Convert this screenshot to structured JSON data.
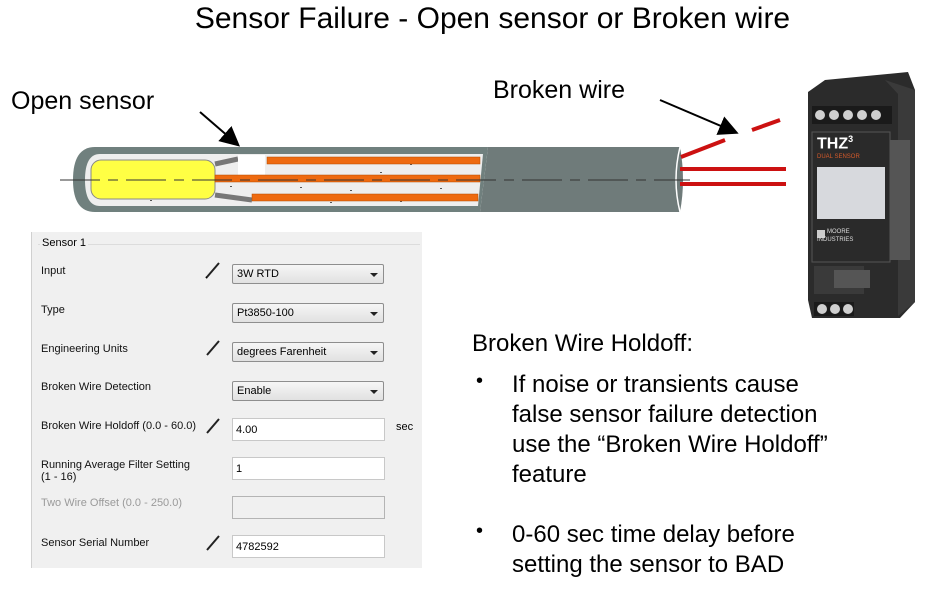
{
  "slide": {
    "title": "Sensor Failure - Open sensor or Broken wire",
    "callouts": {
      "open_sensor": "Open sensor",
      "broken_wire": "Broken wire"
    },
    "device": {
      "model": "THZ",
      "model_superscript": "3",
      "subtitle": "DUAL SENSOR",
      "brand_line1": "MOORE",
      "brand_line2": "INDUSTRIES"
    },
    "holdoff_heading": "Broken Wire Holdoff:",
    "bullets": [
      {
        "lines": [
          "If noise or transients cause",
          "false sensor failure detection",
          "use the “Broken Wire Holdoff”",
          "feature"
        ]
      },
      {
        "lines": [
          "0-60 sec time delay before",
          "setting the sensor to BAD"
        ]
      }
    ],
    "colors": {
      "wire_red": "#cc1111",
      "conductor_orange": "#ee6a10",
      "sensor_yellow": "#ffff44",
      "cable_gray": "#6f7b7a"
    }
  },
  "sensor_panel": {
    "group_title": "Sensor 1",
    "fields": [
      {
        "label": "Input",
        "type": "select",
        "value": "3W RTD",
        "editable": true
      },
      {
        "label": "Type",
        "type": "select",
        "value": "Pt3850-100",
        "editable": false
      },
      {
        "label": "Engineering Units",
        "type": "select",
        "value": "degrees Farenheit",
        "editable": true
      },
      {
        "label": "Broken Wire Detection",
        "type": "select",
        "value": "Enable",
        "editable": false
      },
      {
        "label": "Broken Wire Holdoff (0.0 - 60.0)",
        "type": "text",
        "value": "4.00",
        "unit": "sec",
        "editable": true
      },
      {
        "label": "Running Average Filter Setting",
        "label_line2": "(1 - 16)",
        "type": "text",
        "value": "1",
        "editable": false
      },
      {
        "label": "Two Wire Offset (0.0 - 250.0)",
        "type": "text",
        "value": "",
        "disabled": true
      },
      {
        "label": "Sensor Serial Number",
        "type": "text",
        "value": "4782592",
        "editable": true
      }
    ]
  }
}
